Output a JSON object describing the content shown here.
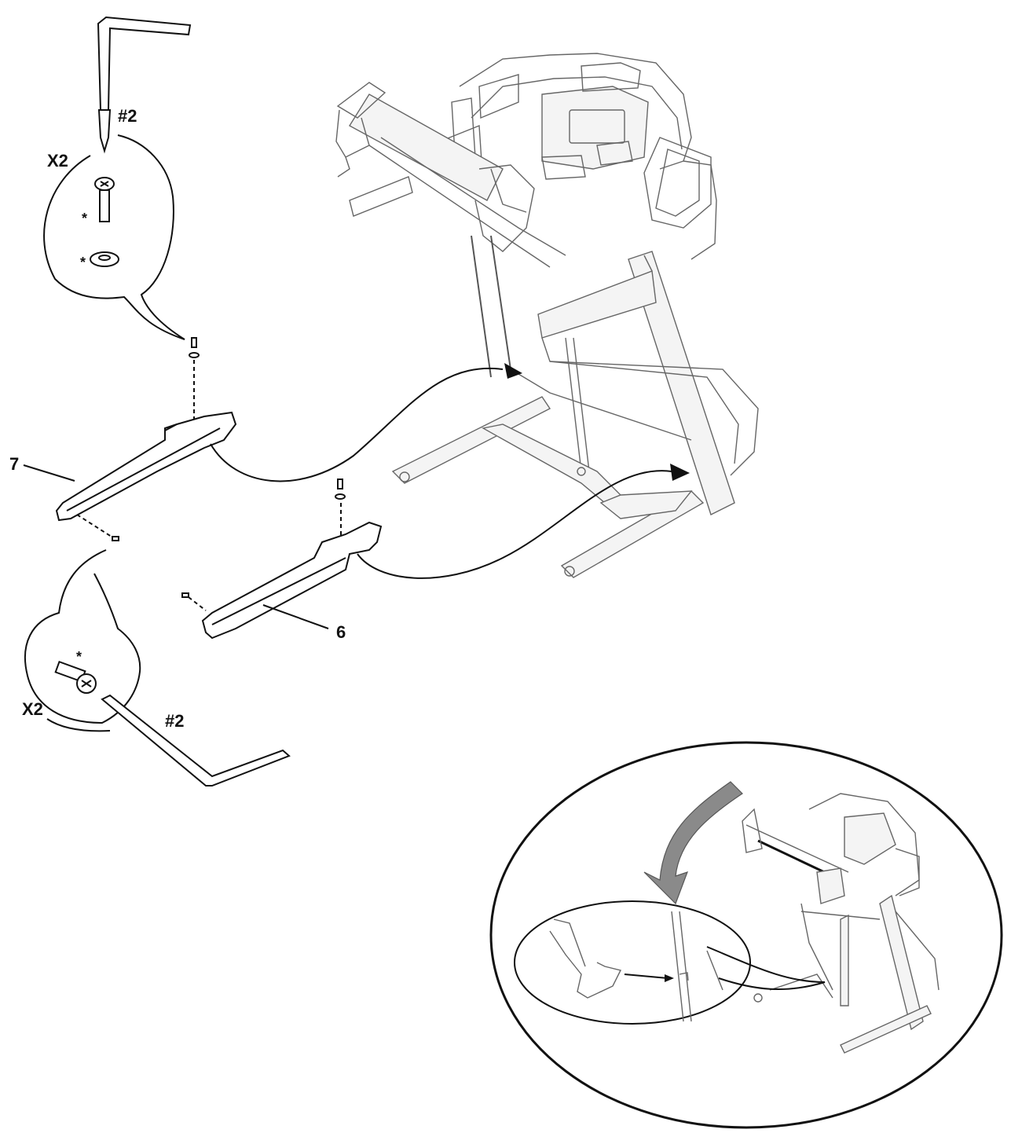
{
  "callout_top": {
    "quantity": "X2",
    "tool": "#2",
    "marks": [
      "*",
      "*"
    ]
  },
  "callout_bottom": {
    "quantity": "X2",
    "tool": "#2",
    "mark": "*"
  },
  "parts": {
    "part_7": "7",
    "part_6": "6"
  },
  "colors": {
    "ink": "#111111",
    "frame": "#666666",
    "arrow_fill": "#8a8a8a"
  }
}
